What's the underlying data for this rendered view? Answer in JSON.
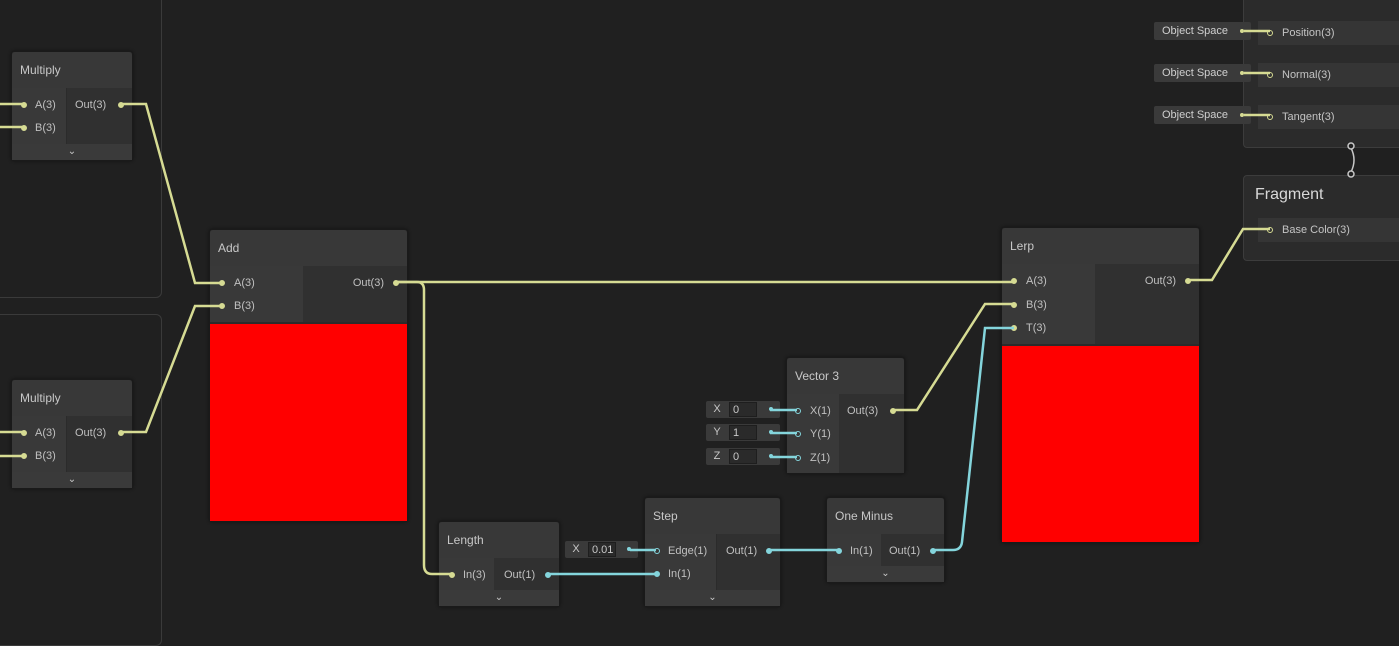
{
  "colors": {
    "vector3_wire": "#d6db93",
    "float_wire": "#84d5dc",
    "preview": "#ff0000",
    "background": "#202020"
  },
  "multiply1": {
    "title": "Multiply",
    "in_a": "A(3)",
    "in_b": "B(3)",
    "out": "Out(3)"
  },
  "multiply2": {
    "title": "Multiply",
    "in_a": "A(3)",
    "in_b": "B(3)",
    "out": "Out(3)"
  },
  "add": {
    "title": "Add",
    "in_a": "A(3)",
    "in_b": "B(3)",
    "out": "Out(3)"
  },
  "length": {
    "title": "Length",
    "in": "In(3)",
    "out": "Out(1)"
  },
  "step": {
    "title": "Step",
    "in_edge": "Edge(1)",
    "in_in": "In(1)",
    "out": "Out(1)",
    "edge_field_label": "X",
    "edge_field_value": "0.01"
  },
  "one_minus": {
    "title": "One Minus",
    "in": "In(1)",
    "out": "Out(1)"
  },
  "vector3": {
    "title": "Vector 3",
    "in_x": "X(1)",
    "in_y": "Y(1)",
    "in_z": "Z(1)",
    "out": "Out(3)",
    "fields": [
      {
        "label": "X",
        "value": "0"
      },
      {
        "label": "Y",
        "value": "1"
      },
      {
        "label": "Z",
        "value": "0"
      }
    ]
  },
  "lerp": {
    "title": "Lerp",
    "in_a": "A(3)",
    "in_b": "B(3)",
    "in_t": "T(3)",
    "out": "Out(3)"
  },
  "vertex": {
    "ports": [
      {
        "space": "Object Space",
        "label": "Position(3)"
      },
      {
        "space": "Object Space",
        "label": "Normal(3)"
      },
      {
        "space": "Object Space",
        "label": "Tangent(3)"
      }
    ]
  },
  "fragment": {
    "title": "Fragment",
    "port": "Base Color(3)"
  },
  "icons": {
    "expand": "chevron-down-icon"
  }
}
